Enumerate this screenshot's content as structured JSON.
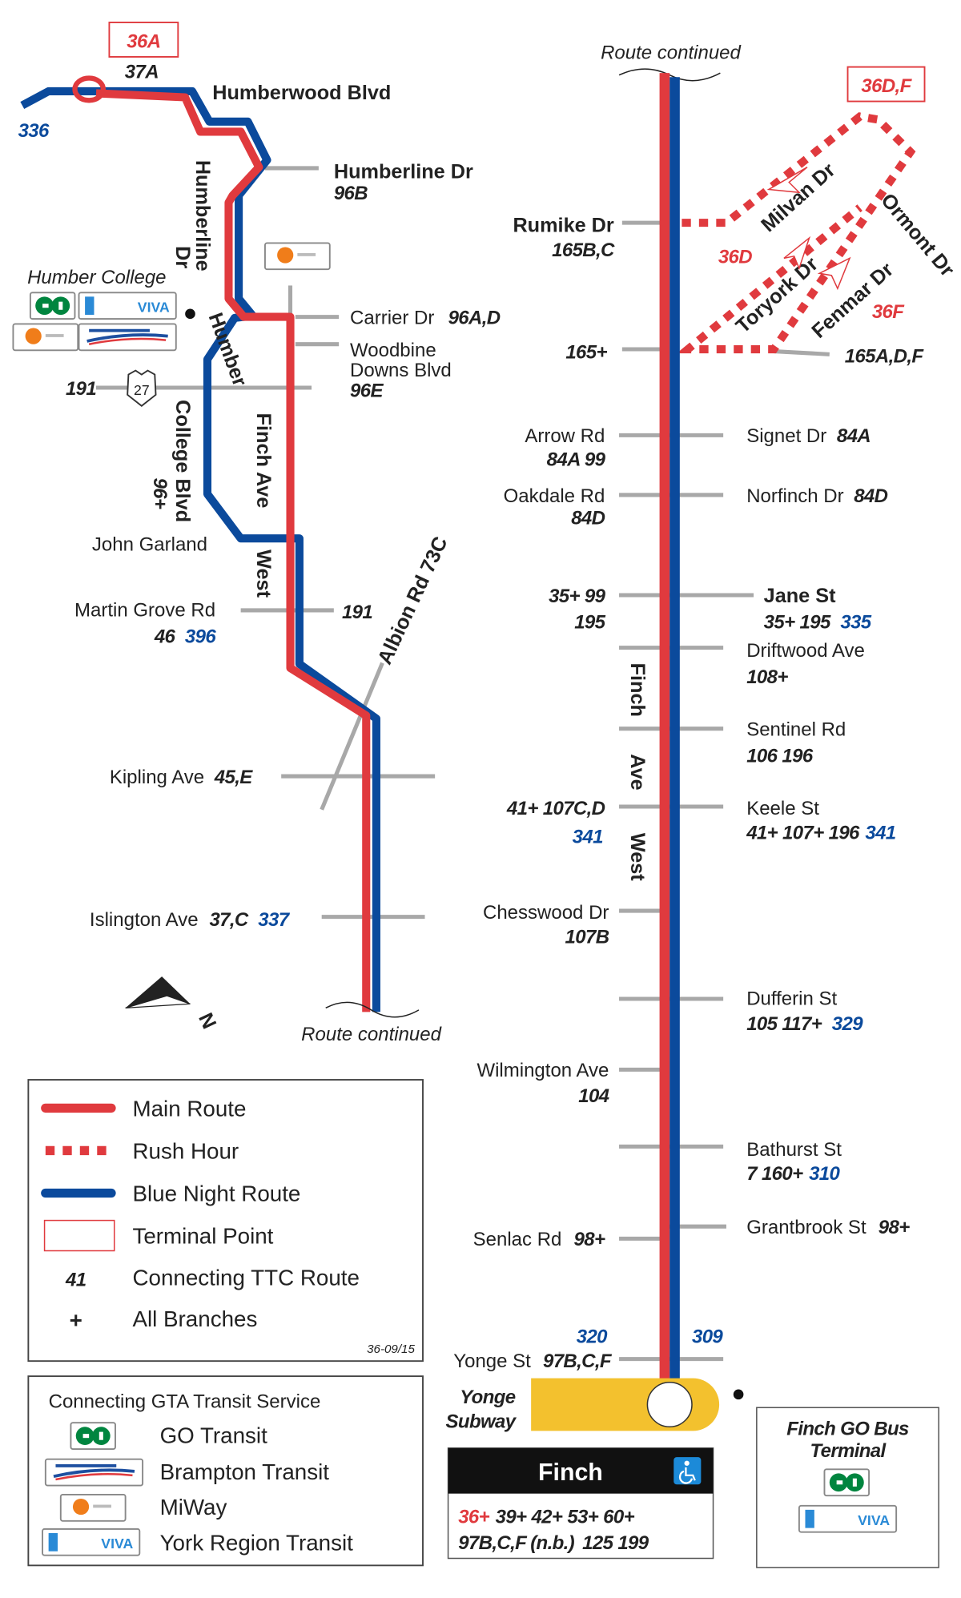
{
  "colors": {
    "main_route": "#e03a3e",
    "blue_night": "#0b4a9c",
    "cross_street": "#a8a8a8",
    "subway": "#f3c12e",
    "go_green": "#00853f"
  },
  "terminals": {
    "west": "36A",
    "east": "36D,F"
  },
  "west_section": {
    "route_37a": "37A",
    "route_336": "336",
    "humberwood": "Humberwood Blvd",
    "humberline": {
      "name": "Humberline Dr",
      "routes": "96B"
    },
    "humberline_vertical_1": "Humberline",
    "humberline_vertical_2": "Dr",
    "humber_college": "Humber College",
    "carrier": {
      "name": "Carrier Dr",
      "routes": "96A,D"
    },
    "woodbine": {
      "name_1": "Woodbine",
      "name_2": "Downs Blvd",
      "routes": "96E"
    },
    "hwy27": {
      "route": "191",
      "shield": "27"
    },
    "humber_college_blvd_1": "Humber",
    "humber_college_blvd_2": "College Blvd",
    "humber_college_blvd_routes": "96+",
    "finch_ave": "Finch Ave",
    "west": "West",
    "john_garland": "John Garland",
    "martin_grove": {
      "name": "Martin Grove Rd",
      "routes": "46",
      "night": "396",
      "right_route": "191"
    },
    "albion": "Albion Rd 73C",
    "kipling": {
      "name": "Kipling Ave",
      "routes": "45,E"
    },
    "islington": {
      "name": "Islington Ave",
      "routes": "37,C",
      "night": "337"
    },
    "route_continued": "Route continued",
    "north": "N"
  },
  "east_section": {
    "route_continued": "Route continued",
    "rumike": {
      "name": "Rumike Dr",
      "routes": "165B,C"
    },
    "branch_streets": {
      "milvan": "Milvan Dr",
      "toryork": "Toryork Dr",
      "fenmar": "Fenmar Dr",
      "ormont": "Ormont Dr"
    },
    "branch_labels": {
      "d": "36D",
      "f": "36F"
    },
    "left_165": "165+",
    "right_165": "165A,D,F",
    "arrow": {
      "name": "Arrow Rd",
      "routes": "84A  99"
    },
    "signet": {
      "name": "Signet Dr",
      "routes": "84A"
    },
    "oakdale": {
      "name": "Oakdale Rd",
      "routes": "84D"
    },
    "norfinch": {
      "name": "Norfinch Dr",
      "routes": "84D"
    },
    "jane_left": {
      "routes_1": "35+ 99",
      "routes_2": "195"
    },
    "jane": {
      "name": "Jane St",
      "routes": "35+ 195",
      "night": "335"
    },
    "driftwood": {
      "name": "Driftwood Ave",
      "routes": "108+"
    },
    "sentinel": {
      "name": "Sentinel Rd",
      "routes": "106  196"
    },
    "keele_left": {
      "routes": "41+ 107C,D",
      "night": "341"
    },
    "keele": {
      "name": "Keele St",
      "routes": "41+ 107+ 196",
      "night": "341"
    },
    "finch_vertical": [
      "Finch",
      "Ave",
      "West"
    ],
    "chesswood": {
      "name": "Chesswood Dr",
      "routes": "107B"
    },
    "dufferin": {
      "name": "Dufferin St",
      "routes": "105  117+",
      "night": "329"
    },
    "wilmington": {
      "name": "Wilmington Ave",
      "routes": "104"
    },
    "bathurst": {
      "name": "Bathurst St",
      "routes": "7  160+",
      "night": "310"
    },
    "grantbrook": {
      "name": "Grantbrook St",
      "routes": "98+"
    },
    "senlac": {
      "name": "Senlac Rd",
      "routes": "98+"
    },
    "night_320": "320",
    "night_309": "309",
    "yonge": {
      "name": "Yonge St",
      "routes": "97B,C,F"
    },
    "subway_1": "Yonge",
    "subway_2": "Subway"
  },
  "finch_station": {
    "name": "Finch",
    "routes_main": "36+",
    "routes_1": "39+ 42+ 53+ 60+",
    "routes_2a": "97B,C,F",
    "routes_2b": "(n.b.)",
    "routes_2c": "125  199"
  },
  "go_terminal": {
    "title_1": "Finch GO Bus",
    "title_2": "Terminal"
  },
  "legend": {
    "items": [
      {
        "label": "Main Route"
      },
      {
        "label": "Rush Hour"
      },
      {
        "label": "Blue Night Route"
      },
      {
        "label": "Terminal Point"
      },
      {
        "symbol": "41",
        "label": "Connecting TTC Route"
      },
      {
        "symbol": "+",
        "label": "All Branches"
      }
    ],
    "code": "36-09/15"
  },
  "gta_legend": {
    "title": "Connecting GTA Transit Service",
    "items": [
      "GO Transit",
      "Brampton Transit",
      "MiWay",
      "York Region Transit"
    ]
  },
  "logos": {
    "go": "GO",
    "viva": "VIVA",
    "miway": "MiWay",
    "brampton": "Brampton Transit"
  }
}
